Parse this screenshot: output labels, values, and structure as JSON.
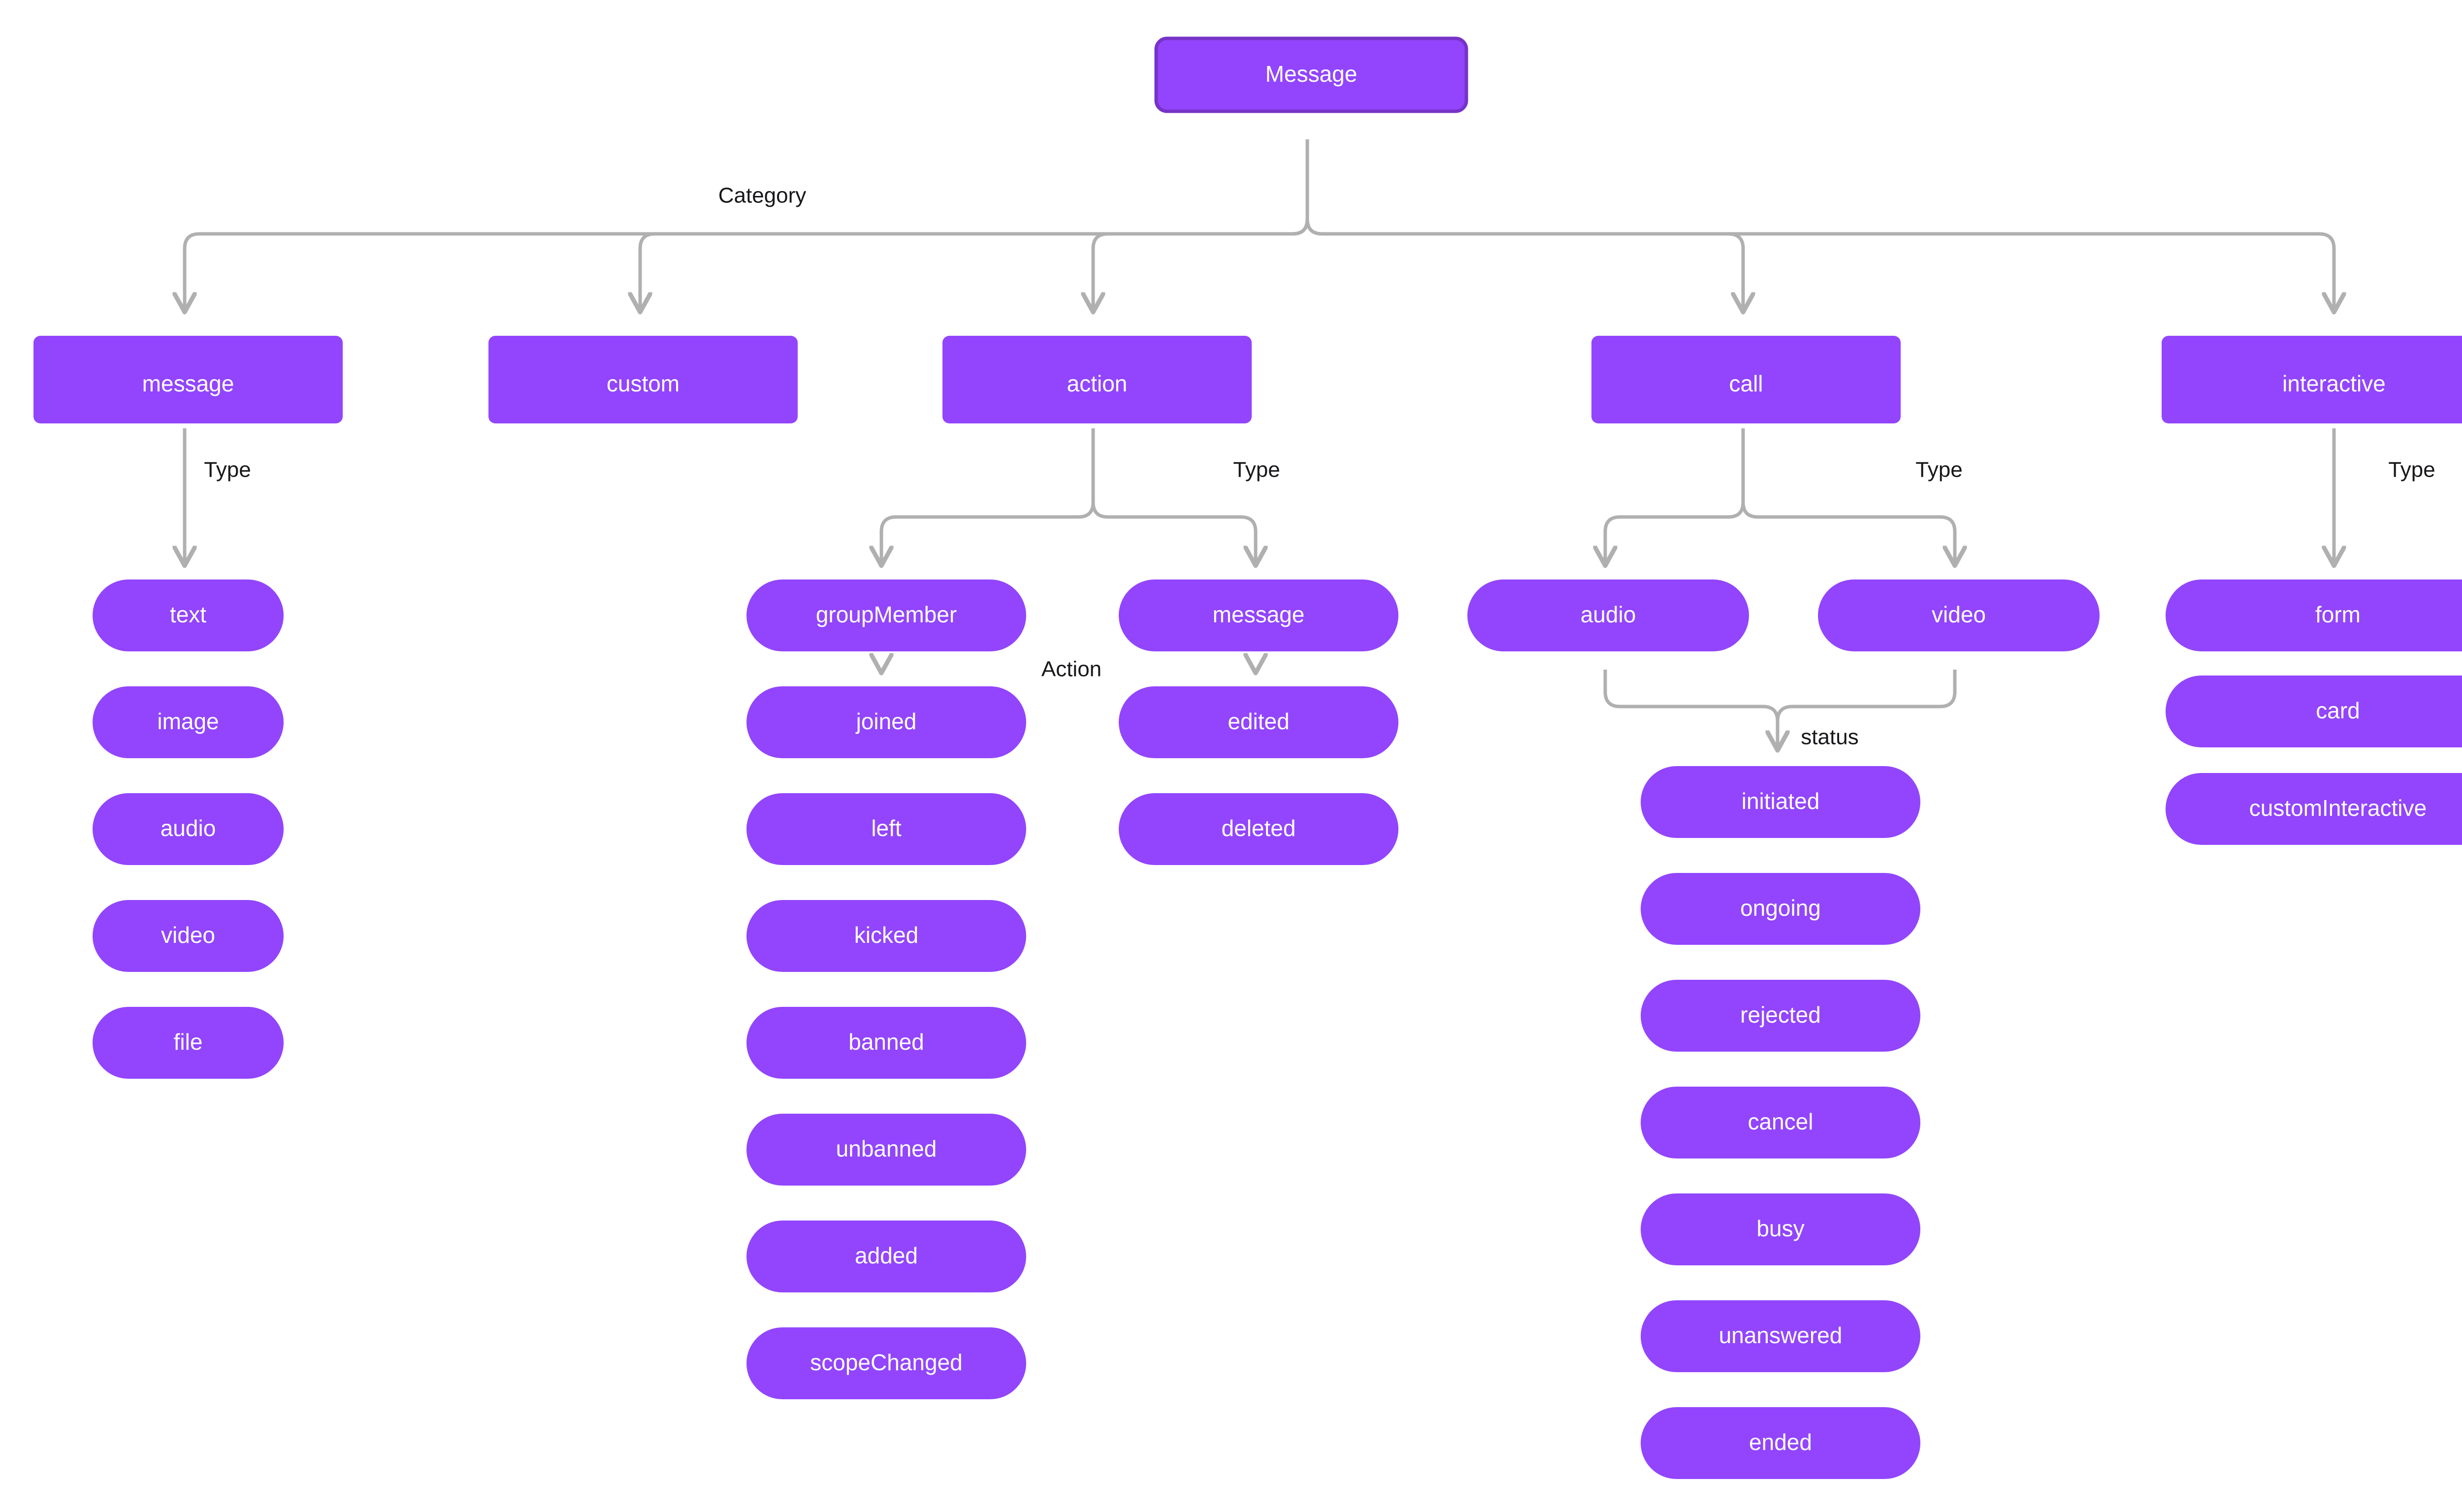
{
  "diagram": {
    "title": "Message",
    "theme": {
      "node_fill": "#9245fc",
      "root_border": "#7733c8",
      "edge_color": "#b0b0b0",
      "label_color": "#18181b",
      "node_text_color": "#ffffff",
      "background": "#ffffff"
    },
    "edge_labels": {
      "category": "Category",
      "type_message": "Type",
      "type_action": "Type",
      "type_call": "Type",
      "type_interactive": "Type",
      "action": "Action",
      "status": "status"
    },
    "root": {
      "id": "message-root",
      "label": "Message"
    },
    "categories": [
      {
        "id": "cat-message",
        "label": "message"
      },
      {
        "id": "cat-custom",
        "label": "custom"
      },
      {
        "id": "cat-action",
        "label": "action"
      },
      {
        "id": "cat-call",
        "label": "call"
      },
      {
        "id": "cat-interactive",
        "label": "interactive"
      }
    ],
    "message_types": [
      {
        "id": "type-text",
        "label": "text"
      },
      {
        "id": "type-image",
        "label": "image"
      },
      {
        "id": "type-audio",
        "label": "audio"
      },
      {
        "id": "type-video",
        "label": "video"
      },
      {
        "id": "type-file",
        "label": "file"
      }
    ],
    "action_types": [
      {
        "id": "action-groupmember",
        "label": "groupMember"
      },
      {
        "id": "action-message",
        "label": "message"
      }
    ],
    "group_member_actions": [
      {
        "id": "gm-joined",
        "label": "joined"
      },
      {
        "id": "gm-left",
        "label": "left"
      },
      {
        "id": "gm-kicked",
        "label": "kicked"
      },
      {
        "id": "gm-banned",
        "label": "banned"
      },
      {
        "id": "gm-unbanned",
        "label": "unbanned"
      },
      {
        "id": "gm-added",
        "label": "added"
      },
      {
        "id": "gm-scopechanged",
        "label": "scopeChanged"
      }
    ],
    "message_actions": [
      {
        "id": "ma-edited",
        "label": "edited"
      },
      {
        "id": "ma-deleted",
        "label": "deleted"
      }
    ],
    "call_types": [
      {
        "id": "call-audio",
        "label": "audio"
      },
      {
        "id": "call-video",
        "label": "video"
      }
    ],
    "call_statuses": [
      {
        "id": "cs-initiated",
        "label": "initiated"
      },
      {
        "id": "cs-ongoing",
        "label": "ongoing"
      },
      {
        "id": "cs-rejected",
        "label": "rejected"
      },
      {
        "id": "cs-cancel",
        "label": "cancel"
      },
      {
        "id": "cs-busy",
        "label": "busy"
      },
      {
        "id": "cs-unanswered",
        "label": "unanswered"
      },
      {
        "id": "cs-ended",
        "label": "ended"
      }
    ],
    "interactive_types": [
      {
        "id": "it-form",
        "label": "form"
      },
      {
        "id": "it-card",
        "label": "card"
      },
      {
        "id": "it-custominteractive",
        "label": "customInteractive"
      }
    ]
  }
}
